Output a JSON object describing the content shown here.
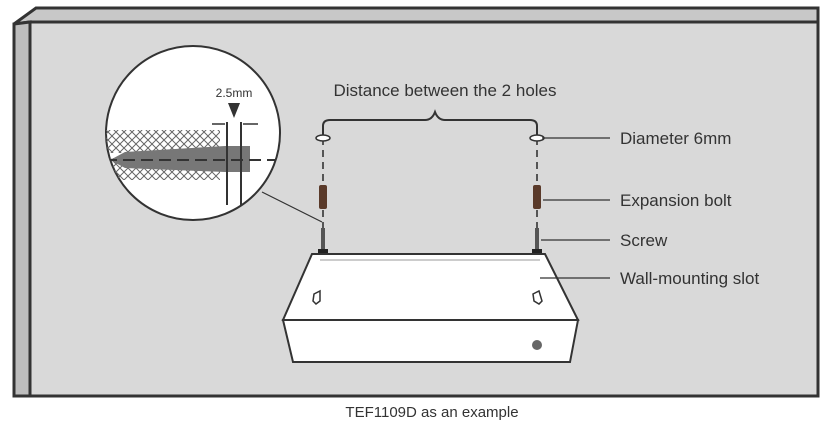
{
  "diagram": {
    "top_label": "Distance between the 2 holes",
    "inset_dimension": "2.5mm",
    "callouts": [
      "Diameter 6mm",
      "Expansion bolt",
      "Screw",
      "Wall-mounting slot"
    ],
    "caption": "TEF1109D as an example"
  },
  "colors": {
    "wall": "#d9d9d9",
    "bolt": "#5a3a2a",
    "line": "#333333"
  }
}
